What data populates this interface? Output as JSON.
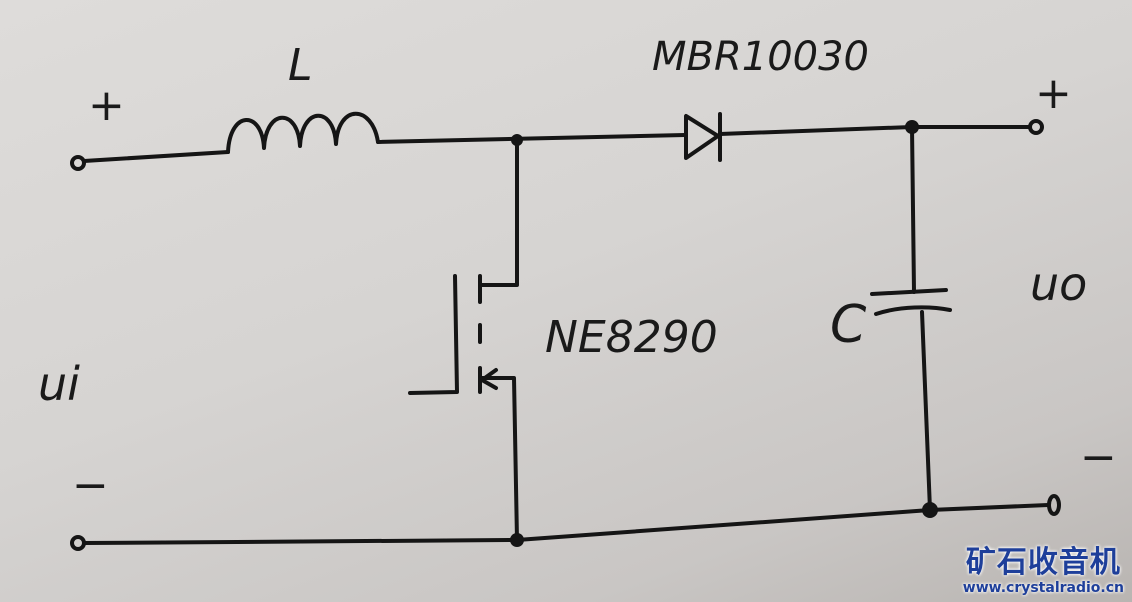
{
  "labels": {
    "inductor": "L",
    "diode": "MBR10030",
    "mosfet": "NE8290",
    "capacitor": "C",
    "input_voltage": "ui",
    "output_voltage": "uo",
    "input_plus": "+",
    "input_minus": "−",
    "output_plus": "+",
    "output_minus": "−"
  },
  "watermark": {
    "title": "矿石收音机",
    "url": "www.crystalradio.cn"
  }
}
